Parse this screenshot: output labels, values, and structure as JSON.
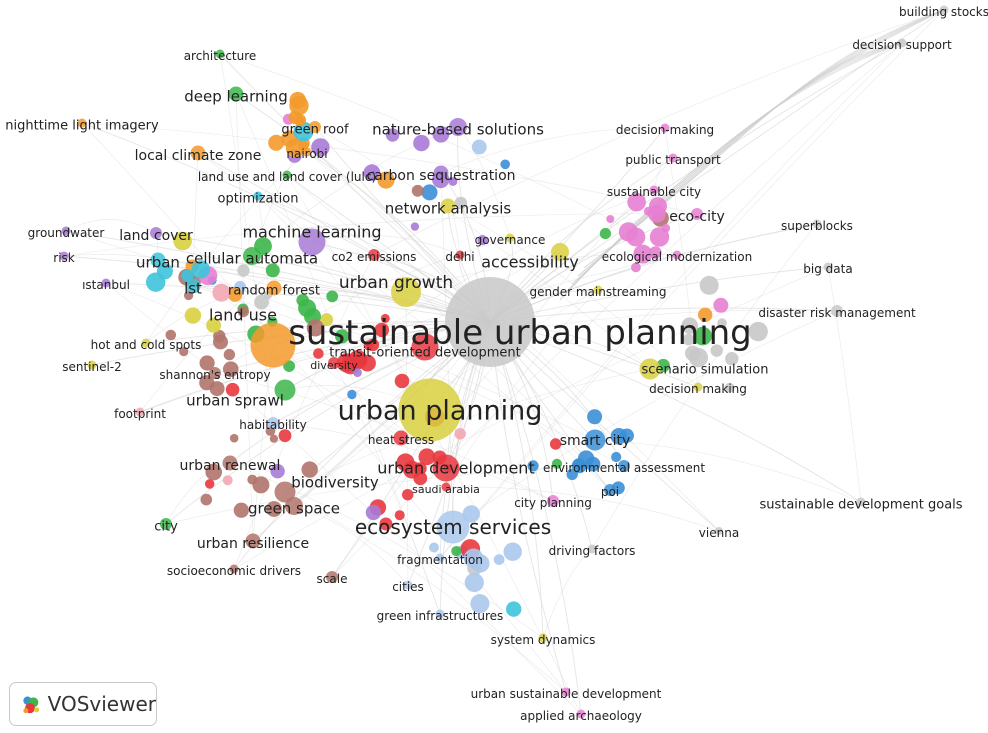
{
  "app": {
    "logo_label": "VOSviewer",
    "logo_icon": "vosviewer-logo-icon"
  },
  "colors": {
    "red": "#e8383f",
    "green": "#3cb64a",
    "blue": "#3b8fd6",
    "olive": "#d8d040",
    "purple": "#a77ad6",
    "cyan": "#3ec3db",
    "orange": "#f39a2b",
    "brown": "#b0736a",
    "pink": "#e77fd3",
    "lightblue": "#aac8ec",
    "gray": "#c8c8c8",
    "rose": "#f2a7b3",
    "khaki": "#e6dd8d",
    "edge": "#cfcfcf"
  },
  "nodes": [
    {
      "id": "sup",
      "label": "sustainable urban planning",
      "color": "gray",
      "weight": 60
    },
    {
      "id": "up",
      "label": "urban planning",
      "color": "olive",
      "weight": 42
    },
    {
      "id": "es",
      "label": "ecosystem services",
      "color": "lightblue",
      "weight": 22
    },
    {
      "id": "ud",
      "label": "urban development",
      "color": "red",
      "weight": 18
    },
    {
      "id": "lu",
      "label": "land use",
      "color": "orange",
      "weight": 30
    },
    {
      "id": "ml",
      "label": "machine learning",
      "color": "purple",
      "weight": 18
    },
    {
      "id": "ug",
      "label": "urban growth",
      "color": "olive",
      "weight": 20
    },
    {
      "id": "tod",
      "label": "transit-oriented development",
      "color": "red",
      "weight": 18
    },
    {
      "id": "sc",
      "label": "smart city",
      "color": "blue",
      "weight": 14
    },
    {
      "id": "bio",
      "label": "biodiversity",
      "color": "brown",
      "weight": 14
    },
    {
      "id": "us",
      "label": "urban sprawl",
      "color": "green",
      "weight": 14
    },
    {
      "id": "acc",
      "label": "accessibility",
      "color": "olive",
      "weight": 12
    },
    {
      "id": "nbs",
      "label": "nature-based solutions",
      "color": "purple",
      "weight": 12
    },
    {
      "id": "dl",
      "label": "deep learning",
      "color": "green",
      "weight": 10
    },
    {
      "id": "ca",
      "label": "cellular automata",
      "color": "green",
      "weight": 12
    },
    {
      "id": "rf",
      "label": "random forest",
      "color": "orange",
      "weight": 10
    },
    {
      "id": "na",
      "label": "network analysis",
      "color": "olive",
      "weight": 10
    },
    {
      "id": "cs",
      "label": "carbon sequestration",
      "color": "purple",
      "weight": 10
    },
    {
      "id": "lcz",
      "label": "local climate zone",
      "color": "orange",
      "weight": 10
    },
    {
      "id": "gs",
      "label": "green space",
      "color": "brown",
      "weight": 12
    },
    {
      "id": "ur",
      "label": "urban renewal",
      "color": "brown",
      "weight": 10
    },
    {
      "id": "ures",
      "label": "urban resilience",
      "color": "brown",
      "weight": 10
    },
    {
      "id": "hs",
      "label": "heat stress",
      "color": "red",
      "weight": 10
    },
    {
      "id": "lst",
      "label": "lst",
      "color": "cyan",
      "weight": 10
    },
    {
      "id": "urban",
      "label": "urban",
      "color": "cyan",
      "weight": 10
    },
    {
      "id": "lc",
      "label": "land cover",
      "color": "purple",
      "weight": 8
    },
    {
      "id": "arch",
      "label": "architecture",
      "color": "green",
      "weight": 6
    },
    {
      "id": "ntl",
      "label": "nighttime light imagery",
      "color": "orange",
      "weight": 6
    },
    {
      "id": "gr",
      "label": "green roof",
      "color": "orange",
      "weight": 8
    },
    {
      "id": "nai",
      "label": "nairobi",
      "color": "orange",
      "weight": 6
    },
    {
      "id": "lulc",
      "label": "land use and land cover (lulc)",
      "color": "green",
      "weight": 6
    },
    {
      "id": "opt",
      "label": "optimization",
      "color": "cyan",
      "weight": 6
    },
    {
      "id": "gw",
      "label": "groundwater",
      "color": "purple",
      "weight": 6
    },
    {
      "id": "risk",
      "label": "risk",
      "color": "purple",
      "weight": 6
    },
    {
      "id": "ist",
      "label": "ıstanbul",
      "color": "purple",
      "weight": 6
    },
    {
      "id": "hcs",
      "label": "hot and cold spots",
      "color": "olive",
      "weight": 6
    },
    {
      "id": "s2",
      "label": "sentinel-2",
      "color": "olive",
      "weight": 6
    },
    {
      "id": "se",
      "label": "shannon's entropy",
      "color": "brown",
      "weight": 8
    },
    {
      "id": "fp",
      "label": "footprint",
      "color": "rose",
      "weight": 6
    },
    {
      "id": "hab",
      "label": "habitability",
      "color": "lightblue",
      "weight": 8
    },
    {
      "id": "div",
      "label": "diversity",
      "color": "red",
      "weight": 8
    },
    {
      "id": "co2",
      "label": "co2 emissions",
      "color": "red",
      "weight": 8
    },
    {
      "id": "delhi",
      "label": "delhi",
      "color": "red",
      "weight": 6
    },
    {
      "id": "gov",
      "label": "governance",
      "color": "olive",
      "weight": 6
    },
    {
      "id": "gm",
      "label": "gender mainstreaming",
      "color": "olive",
      "weight": 6
    },
    {
      "id": "em",
      "label": "ecological modernization",
      "color": "pink",
      "weight": 6
    },
    {
      "id": "ec",
      "label": "eco-city",
      "color": "pink",
      "weight": 8
    },
    {
      "id": "scity",
      "label": "sustainable city",
      "color": "pink",
      "weight": 6
    },
    {
      "id": "pt",
      "label": "public transport",
      "color": "pink",
      "weight": 6
    },
    {
      "id": "dm1",
      "label": "decision-making",
      "color": "pink",
      "weight": 6
    },
    {
      "id": "sb",
      "label": "superblocks",
      "color": "gray",
      "weight": 6
    },
    {
      "id": "bd",
      "label": "big data",
      "color": "gray",
      "weight": 6
    },
    {
      "id": "drm",
      "label": "disaster risk management",
      "color": "gray",
      "weight": 8
    },
    {
      "id": "ss",
      "label": "scenario simulation",
      "color": "olive",
      "weight": 14
    },
    {
      "id": "dm2",
      "label": "decision making",
      "color": "olive",
      "weight": 6
    },
    {
      "id": "ea",
      "label": "environmental assessment",
      "color": "blue",
      "weight": 8
    },
    {
      "id": "poi",
      "label": "poi",
      "color": "blue",
      "weight": 8
    },
    {
      "id": "cp",
      "label": "city planning",
      "color": "pink",
      "weight": 8
    },
    {
      "id": "sa",
      "label": "saudi arabia",
      "color": "red",
      "weight": 6
    },
    {
      "id": "sdg",
      "label": "sustainable development goals",
      "color": "gray",
      "weight": 6
    },
    {
      "id": "vienna",
      "label": "vienna",
      "color": "gray",
      "weight": 4
    },
    {
      "id": "df",
      "label": "driving factors",
      "color": "gray",
      "weight": 6
    },
    {
      "id": "frag",
      "label": "fragmentation",
      "color": "lightblue",
      "weight": 6
    },
    {
      "id": "cities",
      "label": "cities",
      "color": "lightblue",
      "weight": 6
    },
    {
      "id": "gi",
      "label": "green infrastructures",
      "color": "lightblue",
      "weight": 6
    },
    {
      "id": "sd",
      "label": "system dynamics",
      "color": "olive",
      "weight": 6
    },
    {
      "id": "usd",
      "label": "urban sustainable development",
      "color": "pink",
      "weight": 6
    },
    {
      "id": "aa",
      "label": "applied archaeology",
      "color": "pink",
      "weight": 6
    },
    {
      "id": "sed",
      "label": "socioeconomic drivers",
      "color": "brown",
      "weight": 6
    },
    {
      "id": "scale",
      "label": "scale",
      "color": "brown",
      "weight": 8
    },
    {
      "id": "city",
      "label": "city",
      "color": "green",
      "weight": 8
    },
    {
      "id": "bs",
      "label": "building stocks",
      "color": "gray",
      "weight": 6
    },
    {
      "id": "ds",
      "label": "decision support",
      "color": "gray",
      "weight": 6
    }
  ]
}
